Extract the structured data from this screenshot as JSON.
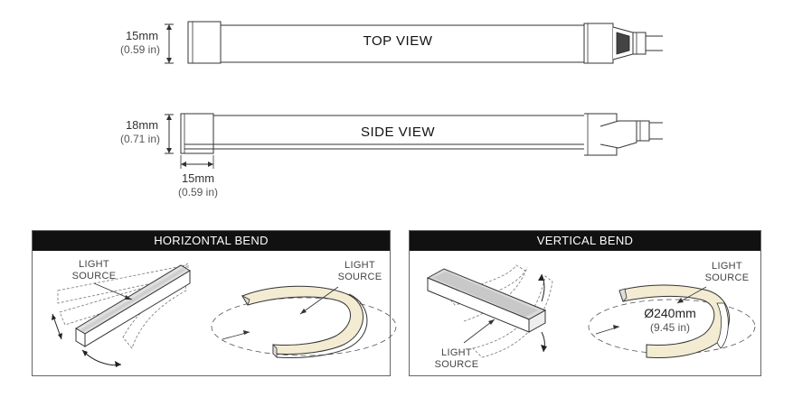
{
  "top_view": {
    "label": "TOP VIEW",
    "dim_mm": "15mm",
    "dim_in": "(0.59 in)"
  },
  "side_view": {
    "label": "SIDE VIEW",
    "height_mm": "18mm",
    "height_in": "(0.71 in)",
    "width_mm": "15mm",
    "width_in": "(0.59 in)"
  },
  "horizontal_bend": {
    "title": "HORIZONTAL BEND",
    "callout_left": [
      "LIGHT",
      "SOURCE"
    ],
    "callout_right": [
      "LIGHT",
      "SOURCE"
    ]
  },
  "vertical_bend": {
    "title": "VERTICAL BEND",
    "callout_left": [
      "LIGHT",
      "SOURCE"
    ],
    "callout_right": [
      "LIGHT",
      "SOURCE"
    ],
    "diameter_mm": "Ø240mm",
    "diameter_in": "(9.45 in)"
  },
  "colors": {
    "line": "#333333",
    "header_bg": "#111111",
    "light_source": "#f3ecd2",
    "profile_grey": "#d9d9d9"
  }
}
